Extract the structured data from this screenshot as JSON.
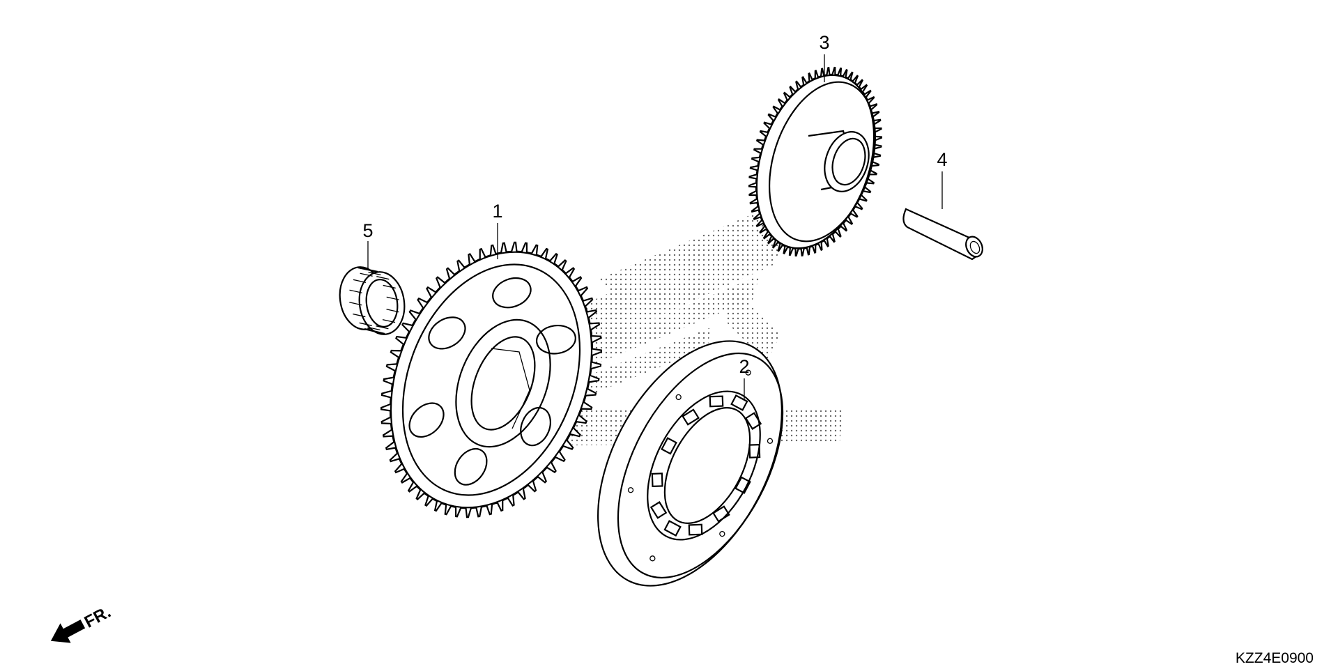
{
  "diagram": {
    "parts": [
      {
        "callout": "1"
      },
      {
        "callout": "2"
      },
      {
        "callout": "3"
      },
      {
        "callout": "4"
      },
      {
        "callout": "5"
      }
    ],
    "front_indicator": "FR.",
    "diagram_code": "KZZ4E0900"
  }
}
